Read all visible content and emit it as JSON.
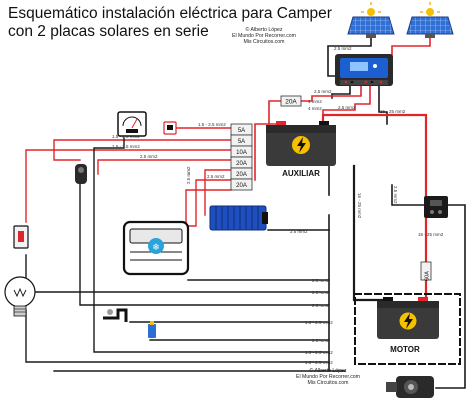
{
  "title_line1": "Esquemático instalación eléctrica para Camper",
  "title_line2": "con 2 placas solares en serie",
  "credit_top": [
    "© Alberto López",
    "El Mundo Por Recorrer.com",
    "Mis Circuitos.com"
  ],
  "credit_bottom": [
    "© Alberto López",
    "El Mundo Por Recorrer.com",
    "Mis Circuitos.com"
  ],
  "battery_aux_label": "AUXILIAR",
  "battery_motor_label": "MOTOR",
  "fuse_main": "20A",
  "fuse_block": [
    "5A",
    "5A",
    "10A",
    "20A",
    "20A",
    "20A"
  ],
  "fuse_motor": "60A",
  "wire_labels": {
    "solar": "2.5 mm2",
    "controller_1": "2.5 mm2",
    "controller_2": "2.5 mm2",
    "main_1": "4 mm2",
    "main_2": "4 mm2",
    "aux_right": "16 - 25 mm2",
    "aux_down": "16 - 25 mm2",
    "relay": "2.5 mm2",
    "relay_down": "16 - 25 mm2",
    "meter": "1.5 - 2.5 mm2",
    "socket": "1.5 - 2.5 mm2",
    "usb": "1.5 - 2.5 mm2",
    "fridge": "2.5 mm2",
    "inverter_v": "2.5 mm2",
    "inverter_h": "2.5 mm2",
    "inverter_ground": "2.5 mm2",
    "light": "2.5 mm2",
    "pump": "2.5 mm2",
    "gnd_1": "2.5 mm2",
    "gnd_2": "1.5 - 2.5 mm2",
    "gnd_3": "1.5 - 2.5 mm2",
    "gnd_4": "2.5 mm2",
    "gnd_5": "1.5 - 2.5 mm2"
  },
  "colors": {
    "positive": "#e0262b",
    "negative": "#1a1a1a",
    "panel": "#2f6fd6",
    "battery": "#3a3a3a",
    "fuse": "#f2f2f2"
  },
  "icons": [
    "solar-panel-icon",
    "charge-controller-icon",
    "voltmeter-icon",
    "socket-icon",
    "usb-icon",
    "switch-icon",
    "lightbulb-icon",
    "fridge-icon",
    "inverter-icon",
    "relay-icon",
    "water-pump-icon",
    "alternator-icon"
  ]
}
